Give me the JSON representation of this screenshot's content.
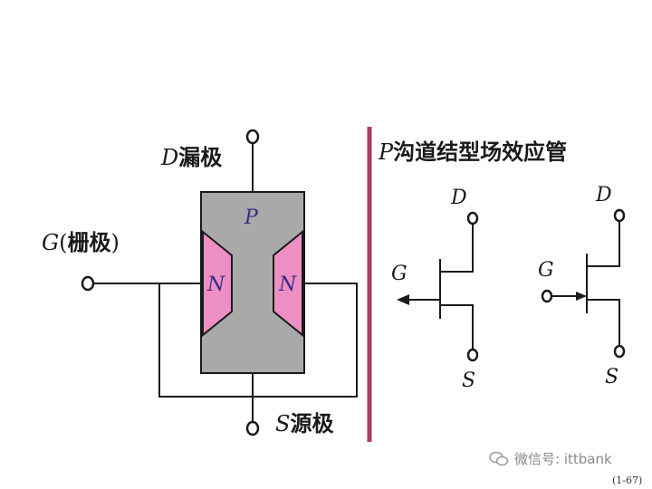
{
  "left_diagram": {
    "drain_label_letter": "D",
    "drain_label_text": "漏极",
    "gate_label_letter": "G",
    "gate_label_text_open": "(",
    "gate_label_text": "栅极",
    "gate_label_text_close": ")",
    "source_label_letter": "S",
    "source_label_text": "源极",
    "body_region_label": "P",
    "left_gate_region_label": "N",
    "right_gate_region_label": "N"
  },
  "right_panel": {
    "title_letter": "P",
    "title_text": "沟道结型场效应管",
    "symbol_left": {
      "d": "D",
      "g": "G",
      "s": "S"
    },
    "symbol_right": {
      "d": "D",
      "g": "G",
      "s": "S"
    }
  },
  "watermark": {
    "icon": "wechat-icon",
    "text": "微信号: ittbank"
  },
  "page_number": "(1-67)",
  "colors": {
    "body_gray": "#a9a9a9",
    "n_region_pink": "#ee8fc4",
    "divider": "#b23a5c",
    "wire": "#1a1a1a",
    "label_blue": "#3b2b8a"
  }
}
